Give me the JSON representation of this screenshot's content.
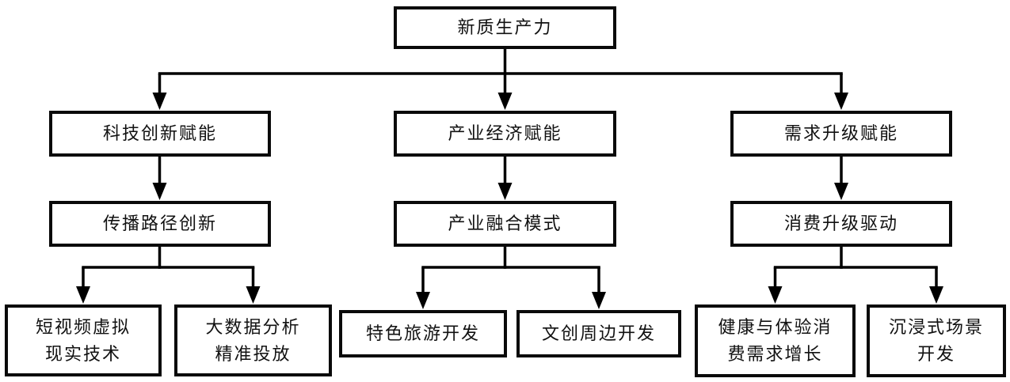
{
  "diagram": {
    "title_hint": "新质生产力赋能结构图",
    "colors": {
      "background": "#ffffff",
      "box_border": "#0a0a0a",
      "line": "#000000",
      "text": "#111111"
    },
    "root": {
      "label": "新质生产力"
    },
    "branches": [
      {
        "enabler": {
          "label": "科技创新赋能"
        },
        "mode": {
          "label": "传播路径创新"
        },
        "leaves": [
          {
            "label": "短视频虚拟\n现实技术"
          },
          {
            "label": "大数据分析\n精准投放"
          }
        ]
      },
      {
        "enabler": {
          "label": "产业经济赋能"
        },
        "mode": {
          "label": "产业融合模式"
        },
        "leaves": [
          {
            "label": "特色旅游开发"
          },
          {
            "label": "文创周边开发"
          }
        ]
      },
      {
        "enabler": {
          "label": "需求升级赋能"
        },
        "mode": {
          "label": "消费升级驱动"
        },
        "leaves": [
          {
            "label": "健康与体验消\n费需求增长"
          },
          {
            "label": "沉浸式场景\n开发"
          }
        ]
      }
    ]
  }
}
